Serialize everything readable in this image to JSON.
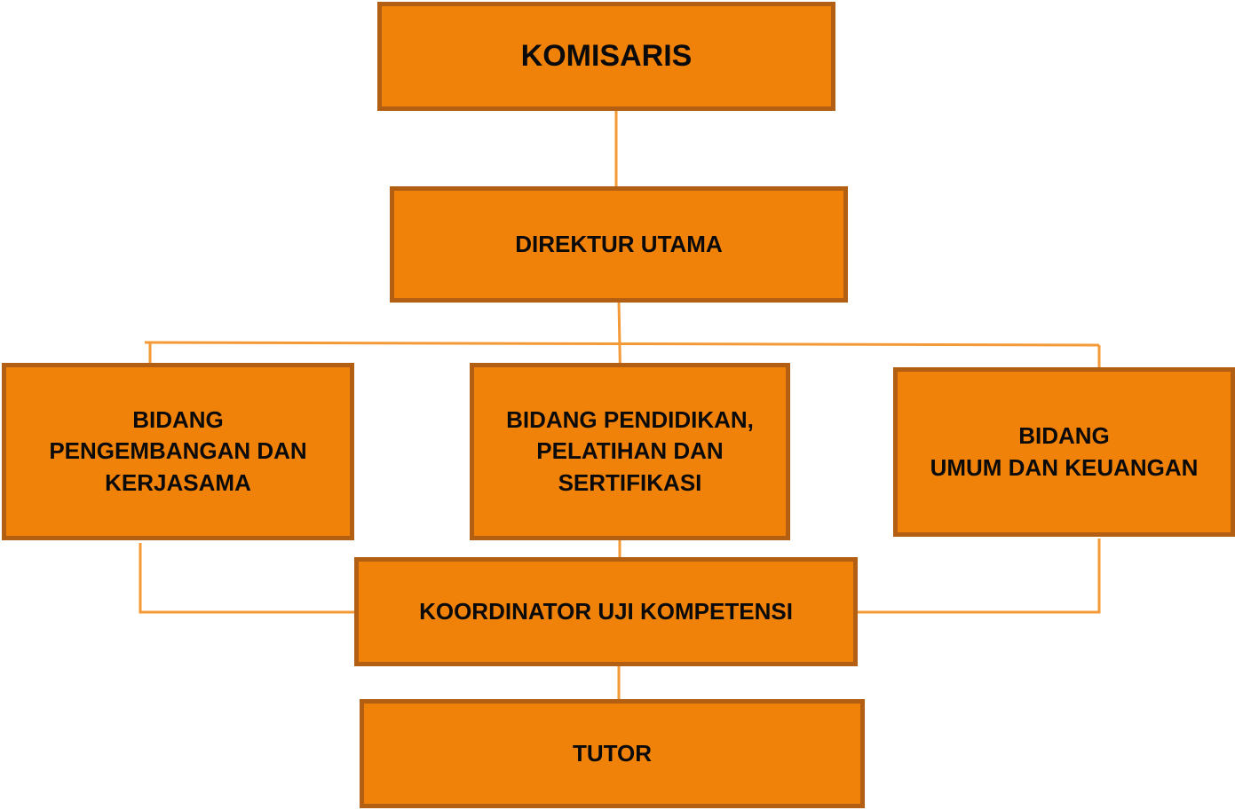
{
  "colors": {
    "box_fill": "#f0820a",
    "box_border": "#b35f13",
    "connector": "#f39a36",
    "text": "#0a0a0a"
  },
  "nodes": {
    "komisaris": "KOMISARIS",
    "direktur_utama": "DIREKTUR UTAMA",
    "bidang_pengembangan": "BIDANG\nPENGEMBANGAN DAN\nKERJASAMA",
    "bidang_pendidikan": "BIDANG PENDIDIKAN,\nPELATIHAN DAN\nSERTIFIKASI",
    "bidang_umum": "BIDANG\nUMUM DAN KEUANGAN",
    "koordinator": "KOORDINATOR UJI KOMPETENSI",
    "tutor": "TUTOR"
  }
}
